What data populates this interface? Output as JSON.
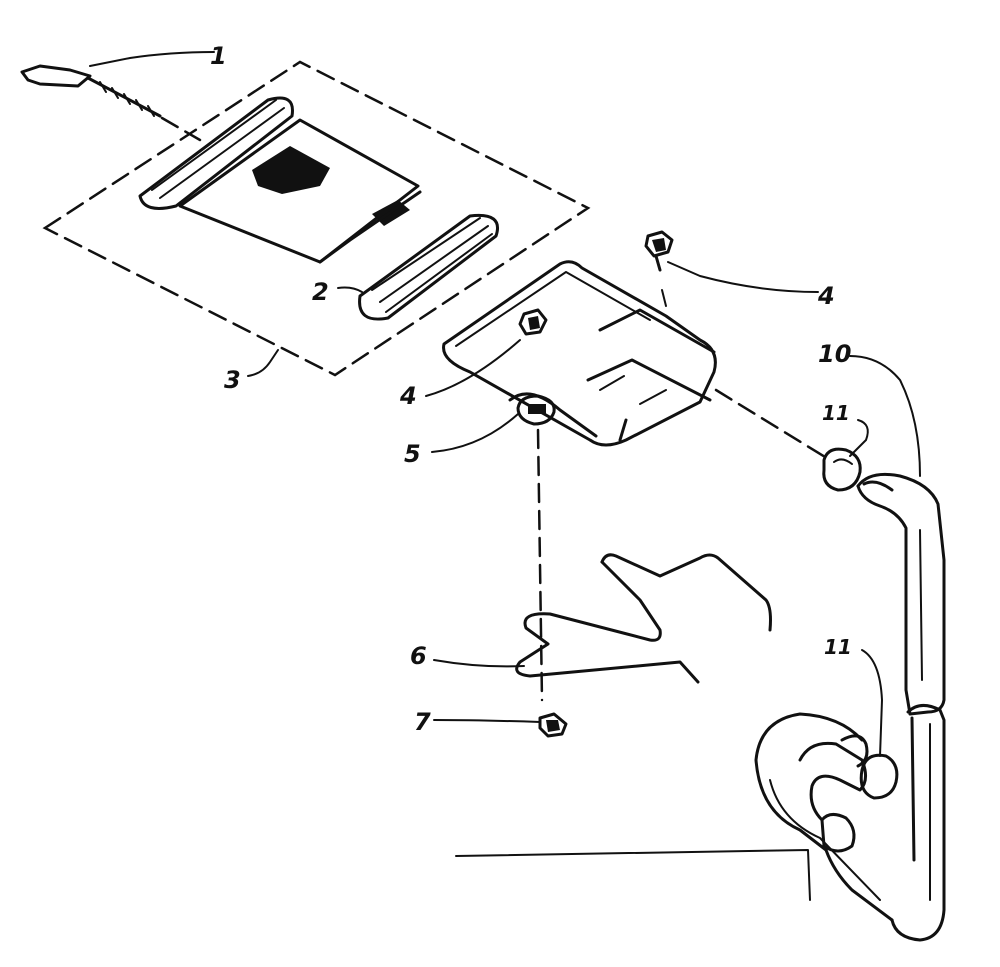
{
  "diagram": {
    "callouts": [
      {
        "id": "c1",
        "label": "1"
      },
      {
        "id": "c2",
        "label": "2"
      },
      {
        "id": "c3",
        "label": "3"
      },
      {
        "id": "c4a",
        "label": "4"
      },
      {
        "id": "c4b",
        "label": "4"
      },
      {
        "id": "c5",
        "label": "5"
      },
      {
        "id": "c6",
        "label": "6"
      },
      {
        "id": "c7",
        "label": "7"
      },
      {
        "id": "c10",
        "label": "10"
      },
      {
        "id": "c11a",
        "label": "11"
      },
      {
        "id": "c11b",
        "label": "11"
      }
    ]
  }
}
